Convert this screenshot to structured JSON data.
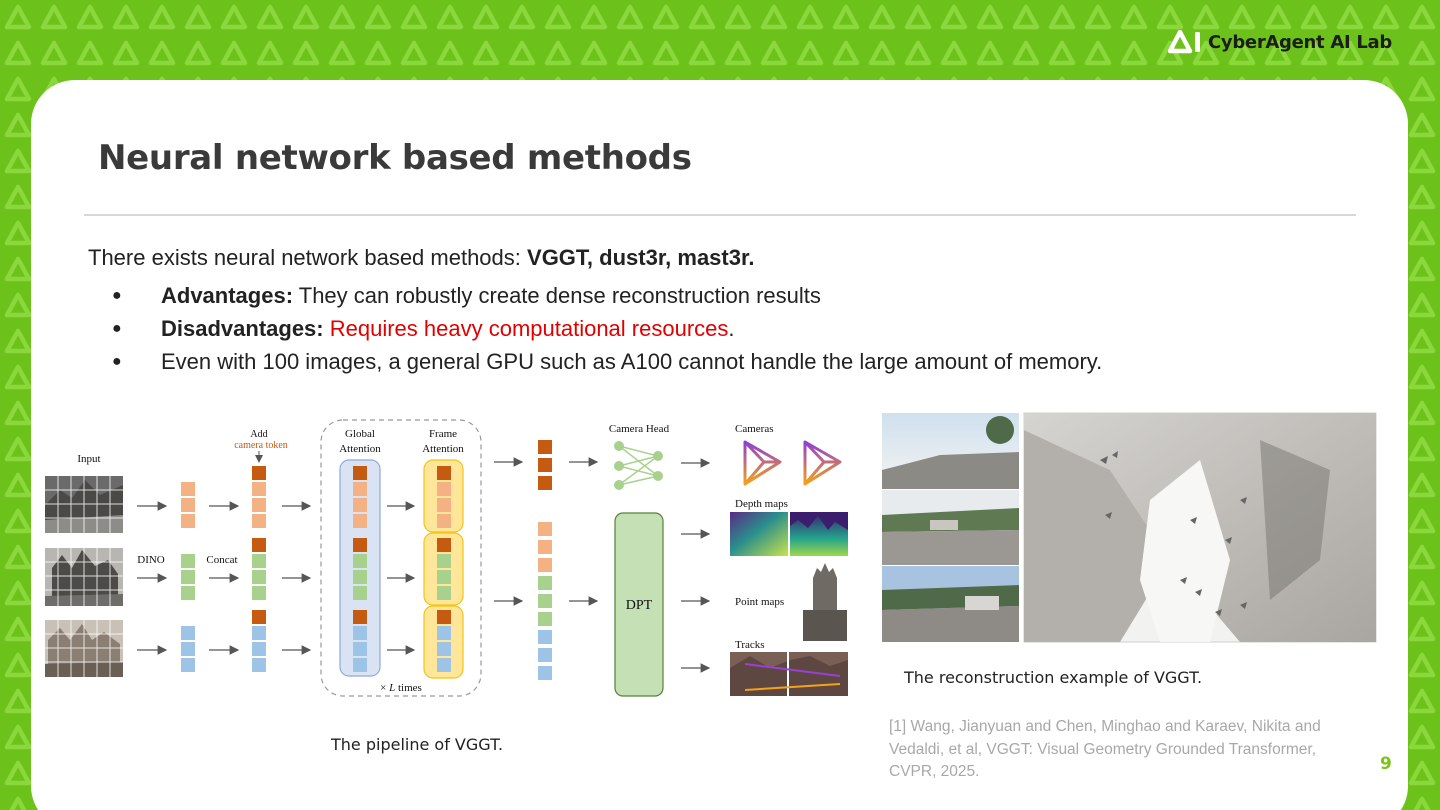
{
  "brand": {
    "logo_text": "CyberAgent AI Lab",
    "green": "#6cc21a",
    "logo_icon": "ai-lab-logo-icon"
  },
  "slide": {
    "title": "Neural network based methods",
    "intro_prefix": "There exists neural network based methods: ",
    "intro_bold": "VGGT, dust3r, mast3r.",
    "bullets": [
      {
        "bullet": "●",
        "label": "Advantages:",
        "text": " They can robustly create dense reconstruction results"
      },
      {
        "bullet": "●",
        "label": "Disadvantages:",
        "text_red": " Requires heavy computational resources",
        "text_after": "."
      },
      {
        "bullet": "●",
        "text": "Even with 100 images, a general GPU such as A100 cannot handle the large amount of memory."
      }
    ],
    "pipeline_caption": "The pipeline of VGGT.",
    "recon_caption": "The reconstruction example of VGGT.",
    "reference": "[1] Wang, Jianyuan and Chen, Minghao and Karaev, Nikita and Vedaldi, et al, VGGT: Visual Geometry Grounded Transformer, CVPR, 2025.",
    "page_number": "9",
    "red_color": "#e00000"
  },
  "pipeline": {
    "input": "Input",
    "dino": "DINO",
    "add": "Add",
    "camera_token": "camera token",
    "concat": "Concat",
    "global_attention": [
      "Global",
      "Attention"
    ],
    "frame_attention": [
      "Frame",
      "Attention"
    ],
    "times_prefix": "× ",
    "times_l": "L",
    "times_suffix": " times",
    "camera_head": "Camera Head",
    "dpt": "DPT",
    "cameras": "Cameras",
    "depth_maps": "Depth maps",
    "point_maps": "Point maps",
    "tracks": "Tracks",
    "token_colors": {
      "camera": "#c55a11",
      "frame1": "#f4b183",
      "frame2": "#a9d18e",
      "frame3": "#9dc3e6"
    }
  }
}
